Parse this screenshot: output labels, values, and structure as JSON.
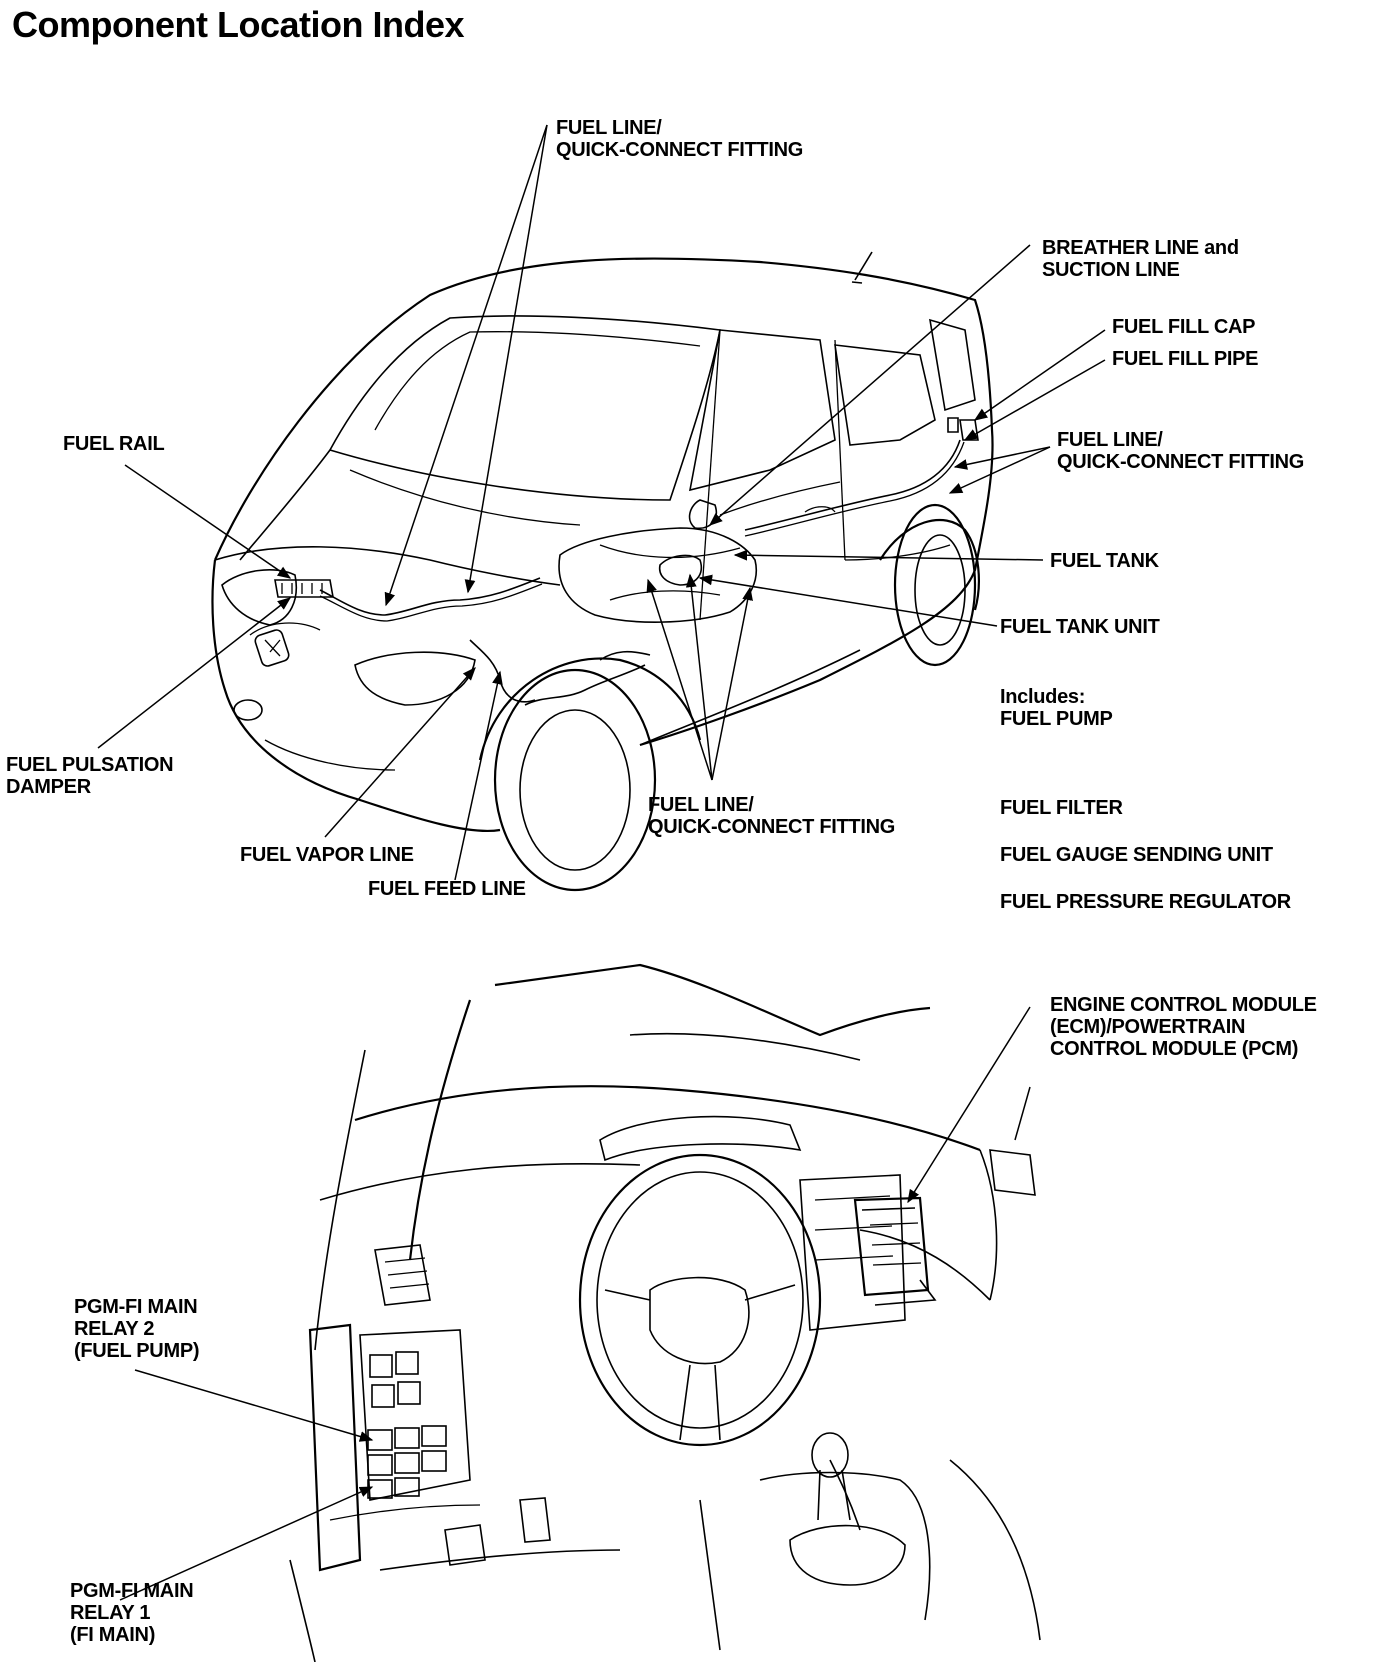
{
  "page": {
    "title": "Component Location Index"
  },
  "labels": {
    "fuel_line_top": "FUEL LINE/\nQUICK-CONNECT FITTING",
    "breather": "BREATHER LINE and\nSUCTION LINE",
    "fuel_fill_cap": "FUEL FILL CAP",
    "fuel_fill_pipe": "FUEL FILL PIPE",
    "fuel_line_right": "FUEL LINE/\nQUICK-CONNECT FITTING",
    "fuel_rail": "FUEL RAIL",
    "fuel_tank": "FUEL TANK",
    "fuel_tank_unit": "FUEL TANK UNIT",
    "includes": "Includes:\nFUEL PUMP",
    "fuel_pulsation": "FUEL PULSATION\nDAMPER",
    "fuel_line_bottom": "FUEL LINE/\nQUICK-CONNECT FITTING",
    "fuel_filter": "FUEL FILTER",
    "fuel_vapor": "FUEL VAPOR LINE",
    "fuel_gauge": "FUEL GAUGE SENDING UNIT",
    "fuel_feed": "FUEL FEED LINE",
    "fuel_pressure": "FUEL PRESSURE REGULATOR",
    "ecm": "ENGINE CONTROL MODULE\n(ECM)/POWERTRAIN\nCONTROL MODULE (PCM)",
    "relay2": "PGM-FI MAIN\nRELAY 2\n(FUEL PUMP)",
    "relay1": "PGM-FI MAIN\nRELAY 1\n(FI MAIN)"
  }
}
